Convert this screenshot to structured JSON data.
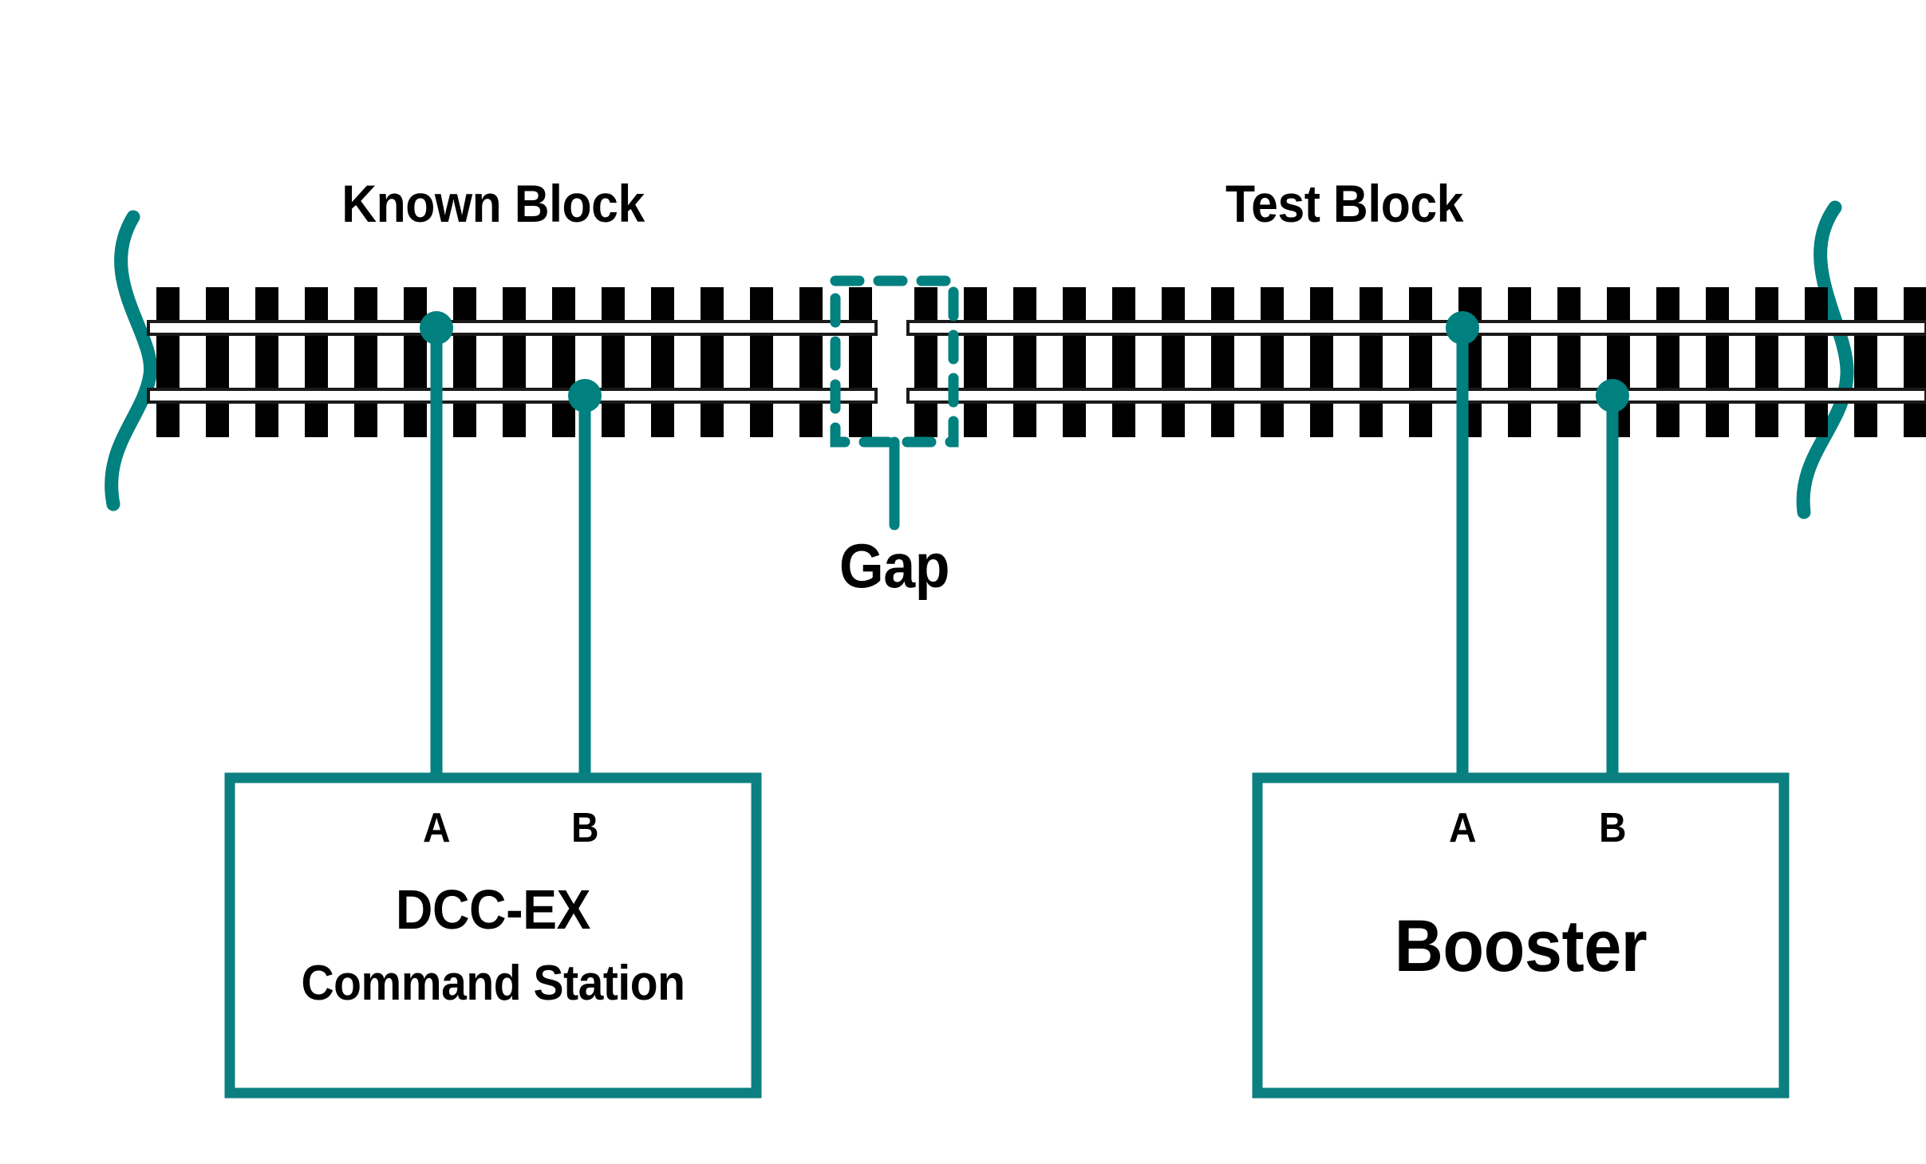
{
  "diagram": {
    "title_known_block": "Known Block",
    "title_test_block": "Test Block",
    "gap_label": "Gap",
    "colors": {
      "accent_teal": "#00807f",
      "rail_outline": "#1a1a1a",
      "tie_black": "#000000",
      "rail_fill": "#ffffff",
      "background": "#ffffff",
      "text": "#000000"
    }
  },
  "devices": [
    {
      "id": "command-station",
      "title": "DCC-EX",
      "subtitle": "Command Station",
      "terminals": [
        {
          "label": "A",
          "connects_to": "upper-rail"
        },
        {
          "label": "B",
          "connects_to": "lower-rail"
        }
      ]
    },
    {
      "id": "booster",
      "title": "Booster",
      "subtitle": "",
      "terminals": [
        {
          "label": "A",
          "connects_to": "upper-rail"
        },
        {
          "label": "B",
          "connects_to": "lower-rail"
        }
      ]
    }
  ],
  "track": {
    "upper_rail": "upper-rail",
    "lower_rail": "lower-rail",
    "tie_count_left": 14,
    "tie_count_right": 21,
    "gap_annotation": "Gap"
  }
}
